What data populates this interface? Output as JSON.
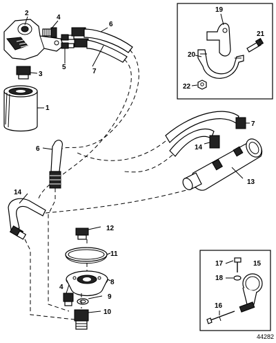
{
  "callouts": {
    "c1": "1",
    "c2": "2",
    "c3": "3",
    "c4a": "4",
    "c4b": "4",
    "c5": "5",
    "c6a": "6",
    "c6b": "6",
    "c7a": "7",
    "c7b": "7",
    "c8": "8",
    "c9": "9",
    "c10": "10",
    "c11": "11",
    "c12": "12",
    "c13": "13",
    "c14a": "14",
    "c14b": "14",
    "c15": "15",
    "c16": "16",
    "c17": "17",
    "c18": "18",
    "c19": "19",
    "c20": "20",
    "c21": "21",
    "c22": "22"
  },
  "reference_number": "44282"
}
